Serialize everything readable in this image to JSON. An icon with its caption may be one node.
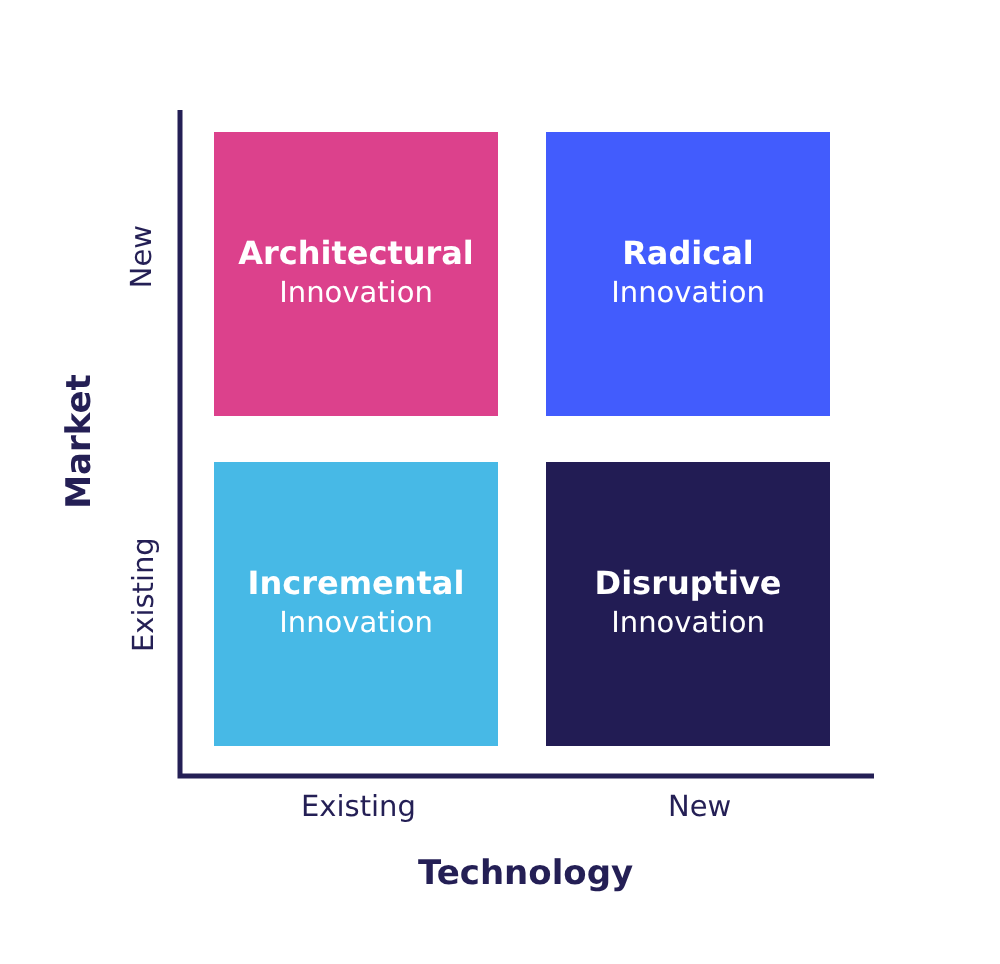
{
  "diagram": {
    "nodes": [
      {
        "text": [
          "Architectural",
          "Innovation"
        ]
      },
      {
        "text": [
          "Radical",
          "Innovation"
        ]
      },
      {
        "text": [
          "Incremental",
          "Innovation"
        ]
      },
      {
        "text": [
          "Disruptive",
          "Innovation"
        ]
      }
    ],
    "labels": [
      "New",
      "Market",
      "Existing",
      "Existing",
      "New",
      "Technology"
    ]
  }
}
